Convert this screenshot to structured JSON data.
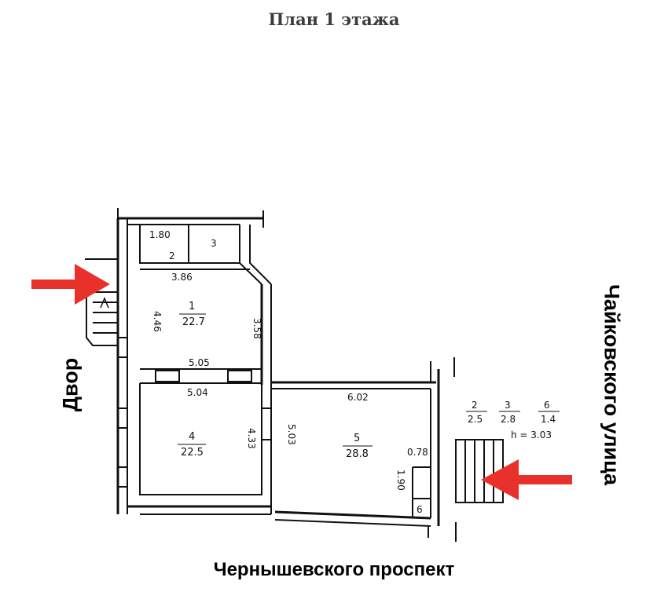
{
  "title": "План 1 этажа",
  "streets": {
    "bottom": "Чернышевского проспект",
    "left": "Двор",
    "right": "Чайковского улица"
  },
  "dimensions": {
    "wc_width": "1.80",
    "room2_number": "2",
    "room3_number": "3",
    "corridor_width": "3.86",
    "room1_height": "4.46",
    "room1_side": "3.58",
    "room1_bottom": "5.05",
    "room4_top": "5.04",
    "room4_side": "4.33",
    "room5_side": "5.03",
    "room5_top": "6.02",
    "small_width": "0.78",
    "small_height": "1.90",
    "room6_number": "6"
  },
  "rooms": {
    "room1": {
      "number": "1",
      "area": "22.7"
    },
    "room4": {
      "number": "4",
      "area": "22.5"
    },
    "room5": {
      "number": "5",
      "area": "28.8"
    }
  },
  "legend": {
    "items": [
      {
        "number": "2",
        "area": "2.5"
      },
      {
        "number": "3",
        "area": "2.8"
      },
      {
        "number": "6",
        "area": "1.4"
      }
    ],
    "height": "h = 3.03"
  },
  "colors": {
    "arrow": "#e8312a",
    "ink": "#111111",
    "title": "#3b3b3b"
  }
}
